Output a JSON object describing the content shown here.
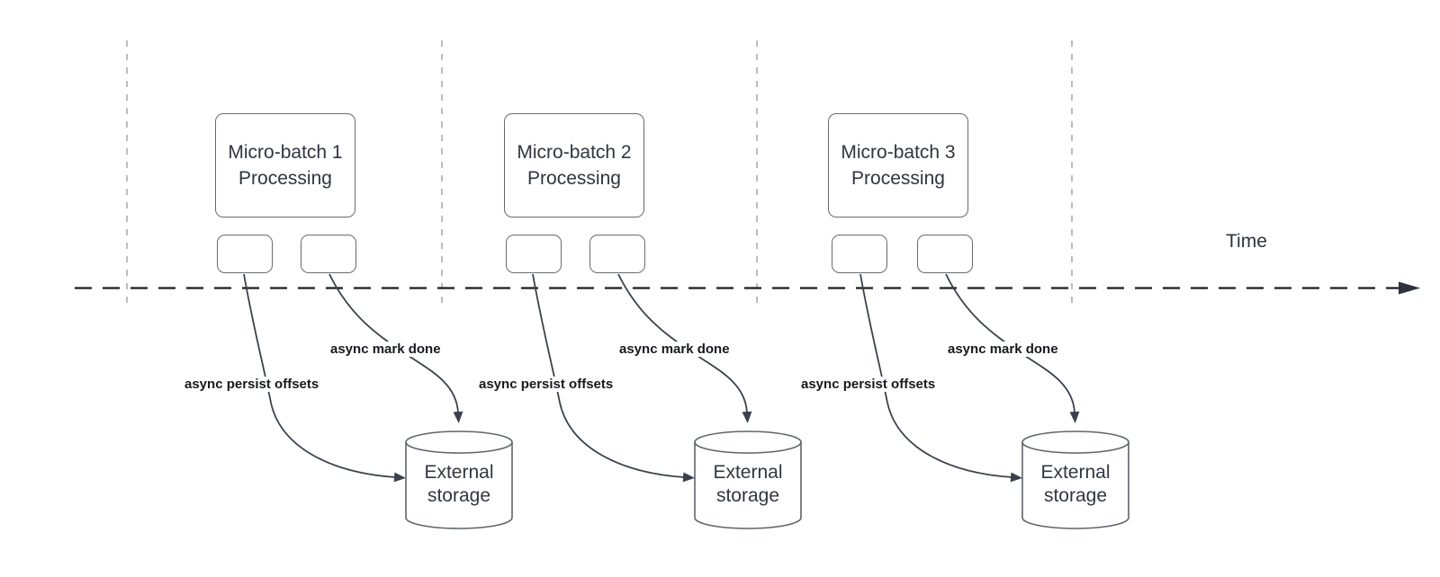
{
  "diagram": {
    "kind": "micro-batch-processing-timeline",
    "time_axis_label": "Time",
    "groups": [
      {
        "title": "Micro-batch 1",
        "subtitle": "Processing",
        "persist_arrow_label": "async persist offsets",
        "mark_arrow_label": "async mark done",
        "storage_label": "External storage"
      },
      {
        "title": "Micro-batch 2",
        "subtitle": "Processing",
        "persist_arrow_label": "async persist offsets",
        "mark_arrow_label": "async mark done",
        "storage_label": "External storage"
      },
      {
        "title": "Micro-batch 3",
        "subtitle": "Processing",
        "persist_arrow_label": "async persist offsets",
        "mark_arrow_label": "async mark done",
        "storage_label": "External storage"
      }
    ],
    "colors": {
      "background": "#ffffff",
      "arrow_stroke": "#3b414c",
      "shape_stroke": "#676b72",
      "box_text": "#30353e",
      "bold_label_text": "#17191d",
      "guide_line": "#ababab",
      "time_axis": "#1c1c1c"
    }
  }
}
